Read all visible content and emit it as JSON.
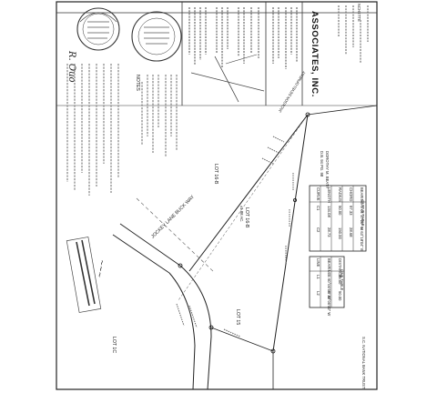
{
  "page": {
    "firm_name": "ASSOCIATES, INC.",
    "top_label": "NCHETTE",
    "owner_label": "DOROTHY M. BEATY",
    "owner_sub": "D.B. 94 PG. 98",
    "lot_right": "LOT 16-B",
    "lot_center": "LOT 16-B",
    "lot_center_sub": "±1.88 AC.",
    "lot_far_right": "LOT 15",
    "lot_lower": "LOT 1C",
    "road_label": "JOCKEY LANE BUCK WAY",
    "notes_title": "NOTES",
    "signature_text": "R. Ouo",
    "curve_table_title": "CURVE TABLE",
    "curve_table_headers": [
      "CURVE",
      "LENGTH",
      "RADIUS",
      "CHORD",
      "BEARING"
    ],
    "curve_table_rows": [
      [
        "C1",
        "134.08",
        "50.00",
        "97.33",
        "S 44°17'20\" W"
      ],
      [
        "C2",
        "28.73",
        "150.00",
        "28.68",
        "N 63°18'04\" E"
      ]
    ],
    "line_table_title": "LINE TABLE",
    "line_table_headers": [
      "LINE",
      "BEARING",
      "DISTANCE"
    ],
    "line_table_rows": [
      [
        "L1",
        "S 60°00'00\" W",
        "35.00"
      ],
      [
        "L2",
        "N 30°00'00\" W",
        "50.00"
      ]
    ],
    "adjoiner_text": "JACKSON DEVELOPMENT",
    "bank_text": "S.C. NATIONAL BANK TRUST",
    "colors": {
      "ink": "#1a1a1a",
      "paper": "#ffffff"
    }
  }
}
